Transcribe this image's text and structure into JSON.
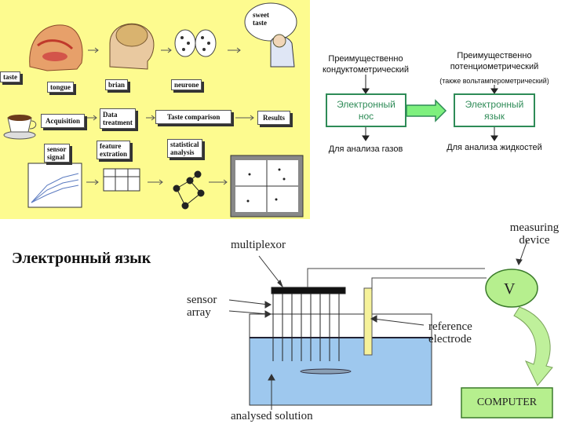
{
  "title": "Электронный язык",
  "taste_panel": {
    "speech": [
      "sweet",
      "taste"
    ],
    "labels": {
      "taste": "taste",
      "tongue": "tongue",
      "brian": "brian",
      "neurone": "neurone",
      "acquisition": "Acquisition",
      "data_treatment": [
        "Data",
        "treatment"
      ],
      "taste_comparison": "Taste comparison",
      "results": "Results",
      "sensor_signal": [
        "sensor",
        "signal"
      ],
      "feature_extraction": [
        "feature",
        "extration"
      ],
      "statistical_analysis": [
        "statistical",
        "analysis"
      ]
    }
  },
  "comparison": {
    "nose": {
      "box": [
        "Электронный",
        "нос"
      ],
      "above": [
        "Преимущественно",
        "кондуктометрический"
      ],
      "below": "Для анализа газов"
    },
    "tongue": {
      "box": [
        "Электронный",
        "язык"
      ],
      "above": [
        "Преимущественно",
        "потенциометрический"
      ],
      "above_note": "(также вольтамперометрический)",
      "below": "Для анализа жидкостей"
    },
    "colors": {
      "box_border": "#2e8b57",
      "arrow_fill": "#7ef07e"
    }
  },
  "cell_diagram": {
    "multiplexor": "multiplexor",
    "sensor_array": [
      "sensor",
      "array"
    ],
    "reference_electrode": [
      "reference",
      "electrode"
    ],
    "measuring_device": [
      "measuring",
      "device"
    ],
    "meter_symbol": "V",
    "computer": "COMPUTER",
    "solution": "analysed solution",
    "colors": {
      "liquid": "#9ec8ee",
      "device": "#b6ef8e",
      "electrode": "#f6f29a"
    }
  }
}
